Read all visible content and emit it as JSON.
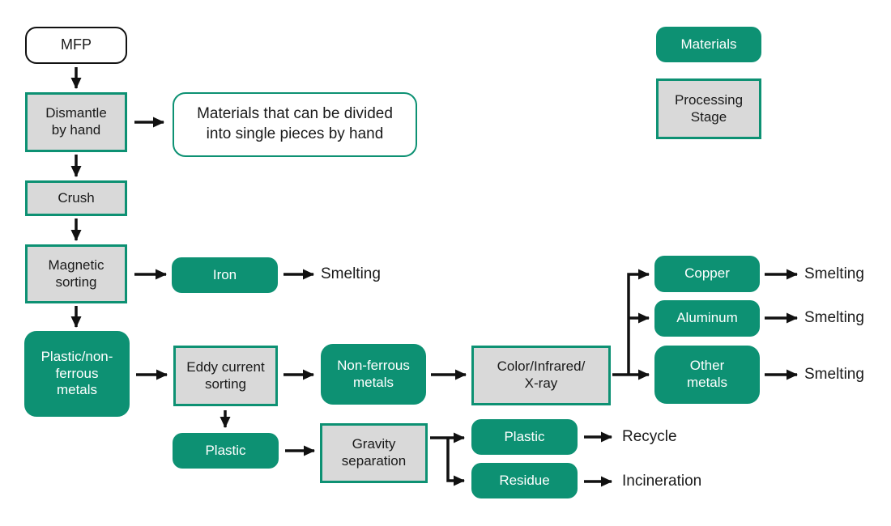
{
  "colors": {
    "green": "#0D9173",
    "gray": "#D9D9D9",
    "ink": "#1a1a1a",
    "white": "#ffffff"
  },
  "nodes": {
    "mfp": "MFP",
    "dismantle": "Dismantle\nby hand",
    "note": "Materials that can be divided\ninto single pieces by hand",
    "crush": "Crush",
    "magnetic": "Magnetic\nsorting",
    "iron": "Iron",
    "plastic_nonferrous": "Plastic/non-\nferrous\nmetals",
    "eddy": "Eddy current\nsorting",
    "nonferrous": "Non-ferrous\nmetals",
    "color_xray": "Color/Infrared/\nX-ray",
    "copper": "Copper",
    "aluminum": "Aluminum",
    "other_metals": "Other\nmetals",
    "plastic_mid": "Plastic",
    "gravity": "Gravity\nseparation",
    "plastic_out": "Plastic",
    "residue": "Residue"
  },
  "outputs": {
    "smelting_iron": "Smelting",
    "smelting_copper": "Smelting",
    "smelting_aluminum": "Smelting",
    "smelting_other": "Smelting",
    "recycle": "Recycle",
    "incineration": "Incineration"
  },
  "legend": {
    "materials": "Materials",
    "processing": "Processing\nStage"
  }
}
